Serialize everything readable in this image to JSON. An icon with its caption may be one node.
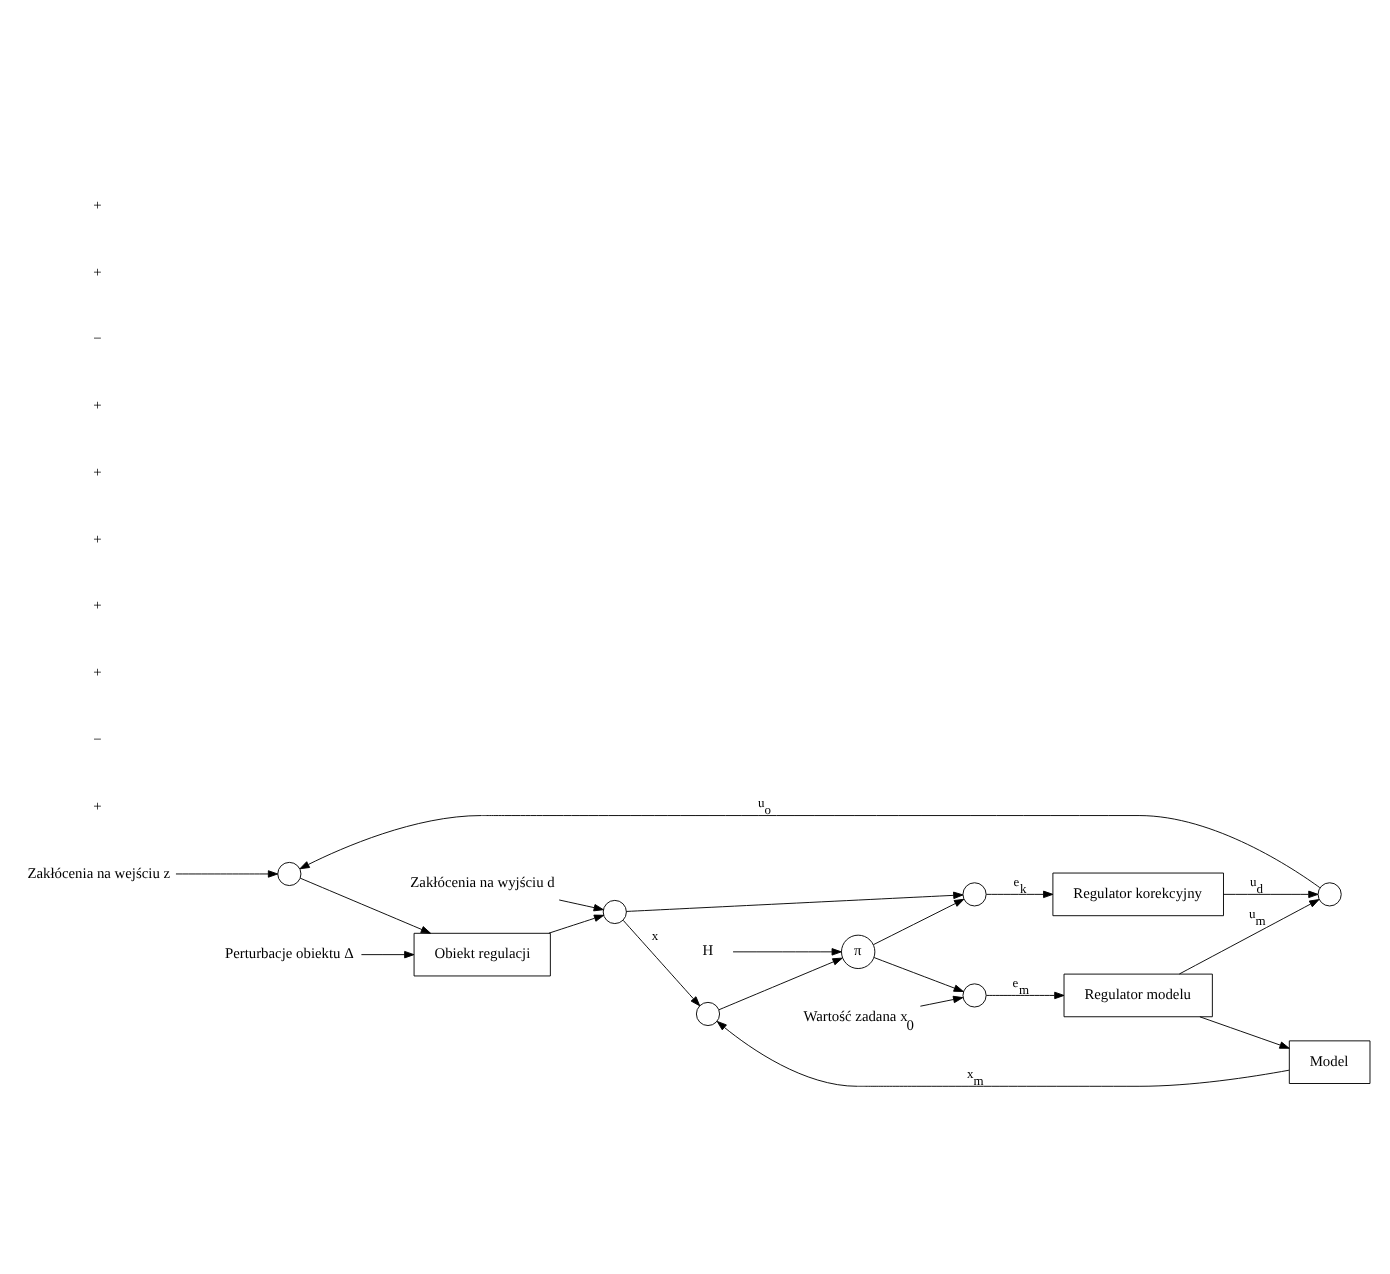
{
  "diagram": {
    "nodes": [
      {
        "text": [
          "Zakłócenia na wejściu z"
        ]
      },
      {
        "text": [
          "Perturbacje obiektu Δ"
        ]
      },
      {
        "text": [
          "Zakłócenia na wyjściu d"
        ]
      },
      {
        "text": [],
        "shape": "circle"
      },
      {
        "text": [
          "Obiekt regulacji"
        ]
      },
      {
        "text": [],
        "shape": "circle"
      },
      {
        "text": [],
        "shape": "circle"
      },
      {
        "text": [
          "π"
        ]
      },
      {
        "text": [],
        "shape": "circle"
      },
      {
        "text": [
          "Regulator korekcyjny"
        ]
      },
      {
        "text": [],
        "shape": "circle"
      },
      {
        "text": [
          "Model"
        ]
      },
      {
        "text": [
          "Regulator modelu"
        ]
      },
      {
        "text": [],
        "shape": "circle"
      },
      {
        "text": [
          "H"
        ]
      },
      {
        "text": [
          "Wartość zadana x$_{0}$"
        ]
      }
    ],
    "edges": [
      {
        "from": 0,
        "to": 3,
        "arrow": "to"
      },
      {
        "from": 1,
        "to": 4,
        "arrow": "to"
      },
      {
        "from": 2,
        "to": 5,
        "arrow": "to"
      },
      {
        "from": 3,
        "to": 4,
        "arrow": "to"
      },
      {
        "from": 4,
        "to": 5,
        "arrow": "to"
      },
      {
        "from": 5,
        "to": 8,
        "arrow": "to",
        "label": "x"
      },
      {
        "from": 5,
        "to": 6,
        "arrow": "to"
      },
      {
        "from": 11,
        "to": 8,
        "arrow": "to",
        "label": "x$_{m}$"
      },
      {
        "from": 8,
        "to": 7,
        "arrow": "to"
      },
      {
        "from": 14,
        "to": 7,
        "arrow": "to"
      },
      {
        "from": 7,
        "to": 6,
        "arrow": "to"
      },
      {
        "from": 7,
        "to": 13,
        "arrow": "to"
      },
      {
        "from": 6,
        "to": 9,
        "arrow": "to",
        "label": "e$_{k}$"
      },
      {
        "from": 9,
        "to": 10,
        "arrow": "to",
        "label": "u$_{d}$"
      },
      {
        "from": 10,
        "to": 3,
        "arrow": "to",
        "label": "u$_{o}$"
      },
      {
        "from": 12,
        "to": 10,
        "arrow": "to",
        "label": "u$_{m}$"
      },
      {
        "from": 12,
        "to": 11,
        "arrow": "to"
      },
      {
        "from": 15,
        "to": 13,
        "arrow": "to"
      },
      {
        "from": 13,
        "to": 12,
        "arrow": "to",
        "label": "e$_{m}$"
      }
    ],
    "labels": [
      "+",
      "+",
      "−",
      "+",
      "+",
      "+",
      "+",
      "+",
      "−",
      "+"
    ]
  }
}
